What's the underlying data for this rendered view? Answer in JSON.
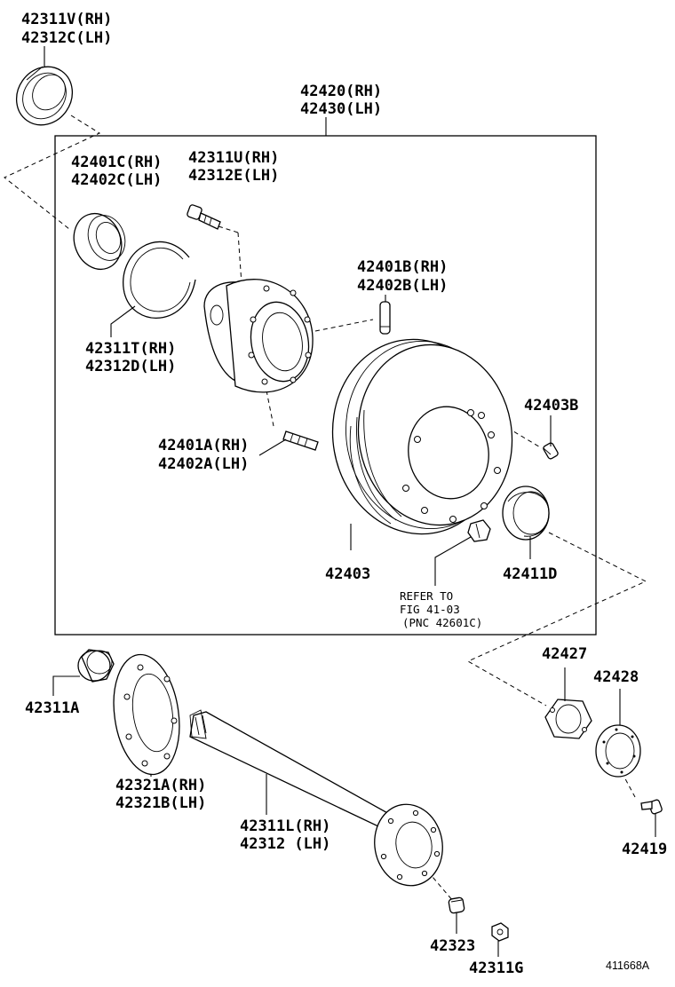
{
  "labels": {
    "p42311v": [
      "42311V(RH)",
      "42312C(LH)"
    ],
    "p42420": [
      "42420(RH)",
      "42430(LH)"
    ],
    "p42401c": [
      "42401C(RH)",
      "42402C(LH)"
    ],
    "p42311u": [
      "42311U(RH)",
      "42312E(LH)"
    ],
    "p42401b": [
      "42401B(RH)",
      "42402B(LH)"
    ],
    "p42311t": [
      "42311T(RH)",
      "42312D(LH)"
    ],
    "p42403b": "42403B",
    "p42401a": [
      "42401A(RH)",
      "42402A(LH)"
    ],
    "p42403": "42403",
    "p42411d": "42411D",
    "refer": [
      "REFER TO",
      "FIG 41-03",
      "(PNC 42601C)"
    ],
    "p42311a": "42311A",
    "p42427": "42427",
    "p42428": "42428",
    "p42321a": [
      "42321A(RH)",
      "42321B(LH)"
    ],
    "p42311l": [
      "42311L(RH)",
      "42312  (LH)"
    ],
    "p42419": "42419",
    "p42323": "42323",
    "p42311g": "42311G",
    "figcode": "411668A"
  }
}
